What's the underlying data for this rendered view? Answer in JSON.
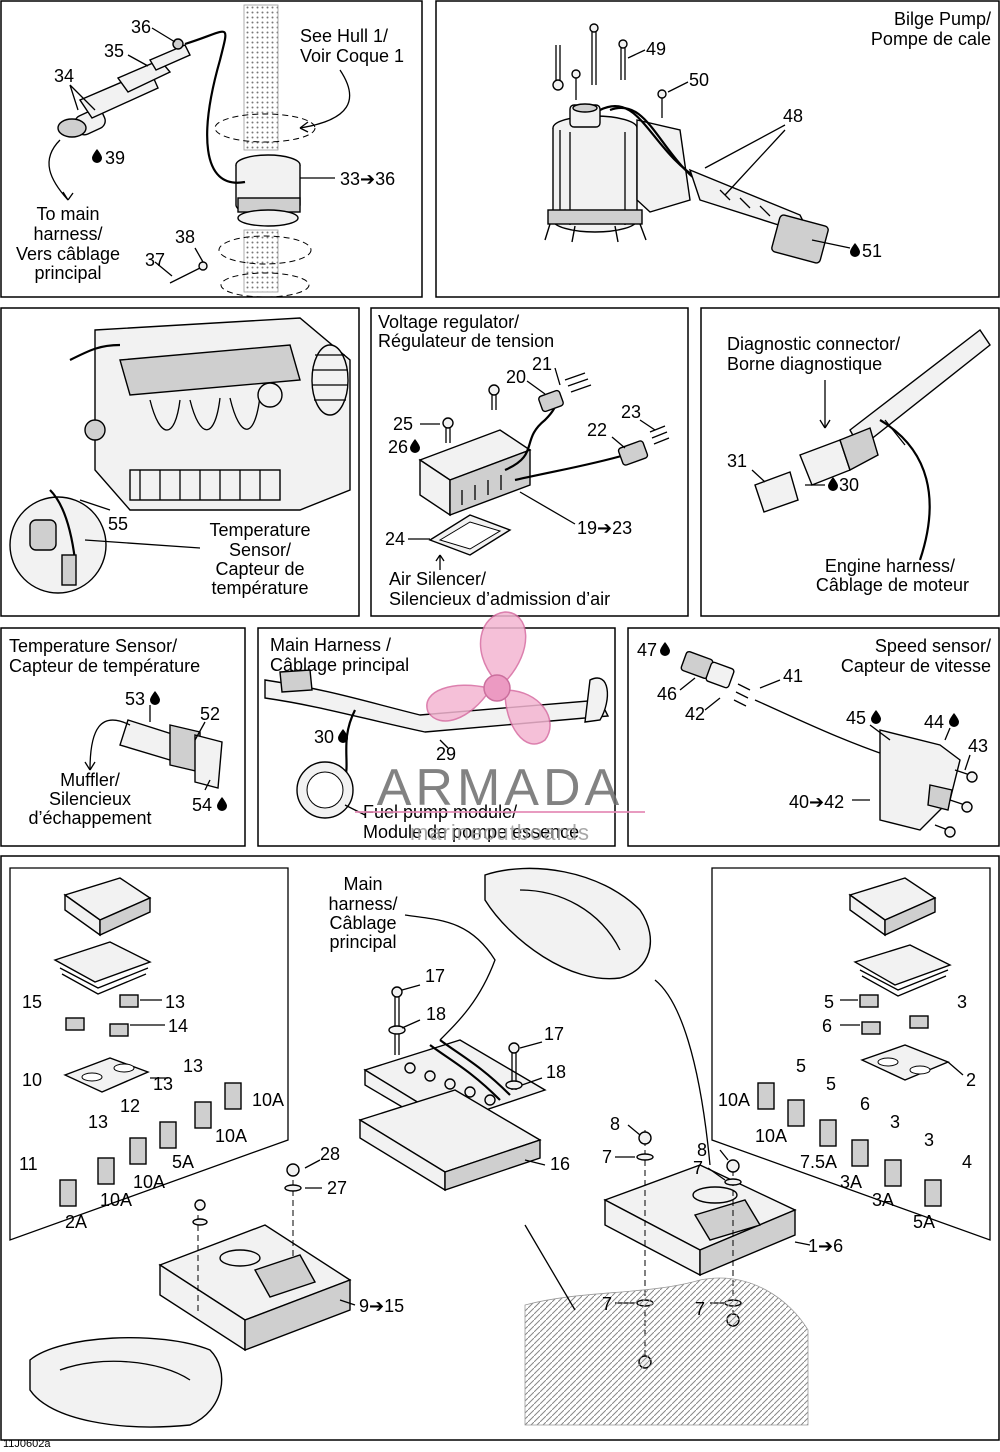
{
  "panels": {
    "hull": {
      "title_line1": "See Hull 1/",
      "title_line2": "Voir Coque 1",
      "note_line1": "To main",
      "note_line2": "harness/",
      "note_line3": "Vers câblage",
      "note_line4": "principal",
      "labels": [
        "36",
        "35",
        "34",
        "39",
        "33➔36",
        "38",
        "37"
      ]
    },
    "bilge": {
      "title_line1": "Bilge Pump/",
      "title_line2": "Pompe de cale",
      "labels": [
        "49",
        "50",
        "48",
        "51"
      ]
    },
    "engine": {
      "title_line1": "Temperature",
      "title_line2": "Sensor/",
      "title_line3": "Capteur de",
      "title_line4": "température",
      "labels": [
        "55"
      ]
    },
    "regulator": {
      "title_line1": "Voltage regulator/",
      "title_line2": "Régulateur de tension",
      "note_line1": "Air Silencer/",
      "note_line2": "Silencieux d’admission d’air",
      "labels": [
        "21",
        "20",
        "25",
        "26",
        "23",
        "22",
        "19➔23",
        "24"
      ]
    },
    "diagnostic": {
      "title_line1": "Diagnostic connector/",
      "title_line2": "Borne diagnostique",
      "note_line1": "Engine harness/",
      "note_line2": "Câblage de moteur",
      "labels": [
        "31",
        "30"
      ]
    },
    "temp_sensor": {
      "title_line1": "Temperature Sensor/",
      "title_line2": "Capteur de température",
      "note_line1": "Muffler/",
      "note_line2": "Silencieux",
      "note_line3": "d’échappement",
      "labels": [
        "53",
        "52",
        "54"
      ]
    },
    "main_harness": {
      "title_line1": "Main Harness /",
      "title_line2": "Câblage principal",
      "note_line1": "Fuel pump module/",
      "note_line2": "Module de pompe essence",
      "labels": [
        "30",
        "29"
      ]
    },
    "speed": {
      "title_line1": "Speed sensor/",
      "title_line2": "Capteur de vitesse",
      "labels": [
        "47",
        "46",
        "41",
        "42",
        "45",
        "44",
        "43",
        "40➔42"
      ]
    },
    "fuse": {
      "center_note_line1": "Main",
      "center_note_line2": "harness/",
      "center_note_line3": "Câblage",
      "center_note_line4": "principal",
      "left_labels": [
        "15",
        "13",
        "14",
        "10",
        "13",
        "10A",
        "13",
        "12",
        "10A",
        "13",
        "5A",
        "11",
        "10A",
        "10A",
        "2A"
      ],
      "center_labels": [
        "17",
        "18",
        "17",
        "18",
        "16",
        "28",
        "27",
        "9➔15"
      ],
      "right_labels": [
        "5",
        "3",
        "6",
        "2",
        "5",
        "5",
        "10A",
        "6",
        "10A",
        "3",
        "3",
        "7.5A",
        "3A",
        "3A",
        "4",
        "5A"
      ],
      "box_labels": [
        "8",
        "7",
        "8",
        "7",
        "1➔6",
        "7",
        "7"
      ]
    }
  },
  "watermark": {
    "name": "ARMADA",
    "sub": "marineoutboards"
  },
  "figure_code": "11J0602a"
}
